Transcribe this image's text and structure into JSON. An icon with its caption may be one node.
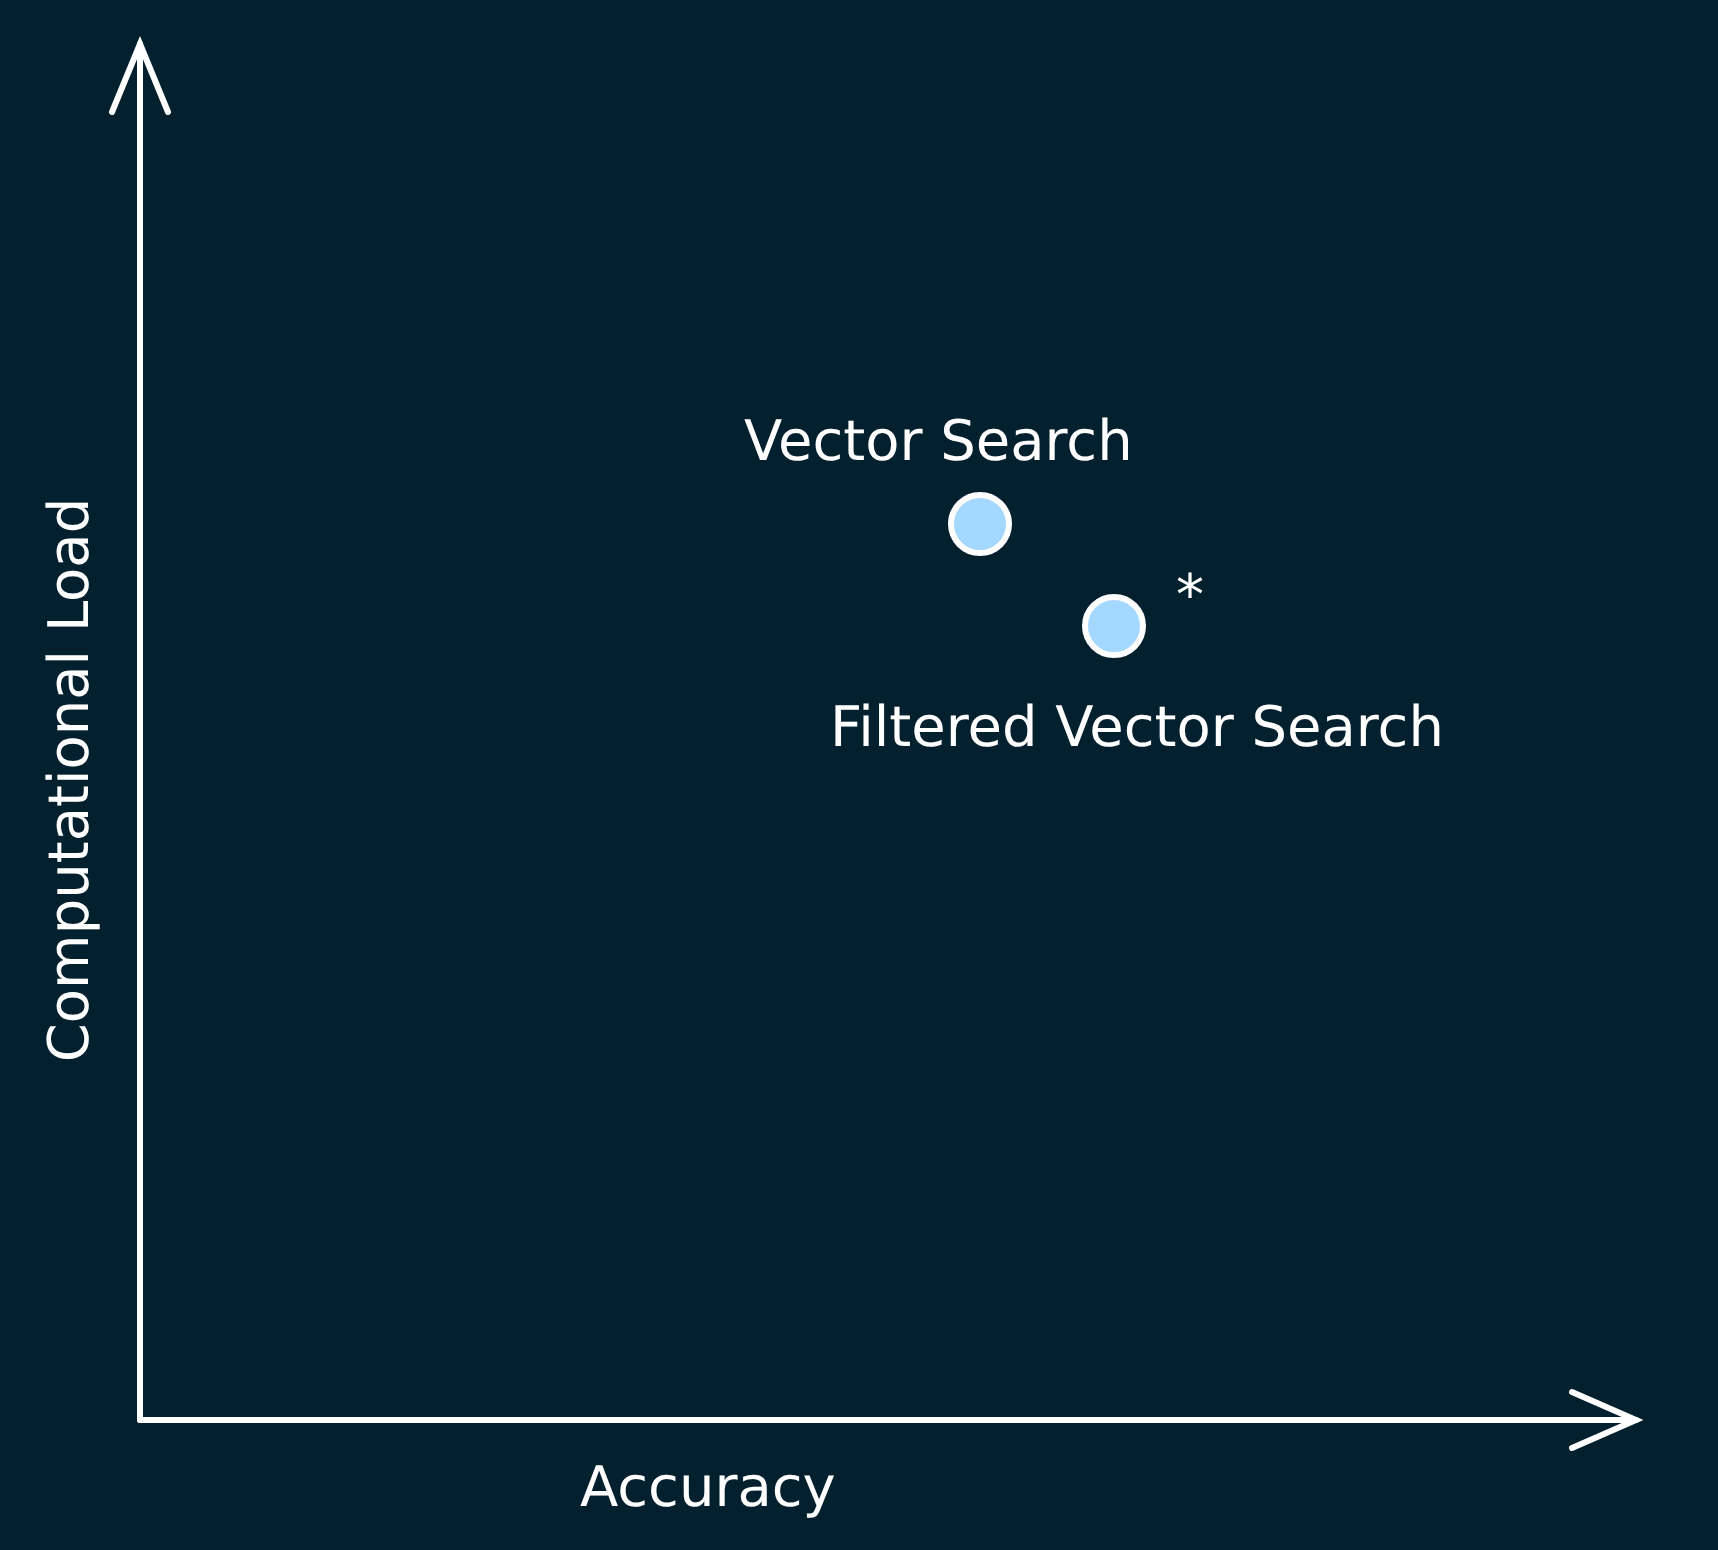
{
  "diagram": {
    "nodes": [
      {
        "text": [],
        "shape": "circle",
        "beside": [
          "Vector Search"
        ]
      },
      {
        "text": [],
        "shape": "circle",
        "beside": [
          "*",
          "Filtered Vector Search"
        ]
      }
    ],
    "edges": [],
    "labels": [
      "Computational Load",
      "Accuracy"
    ]
  }
}
